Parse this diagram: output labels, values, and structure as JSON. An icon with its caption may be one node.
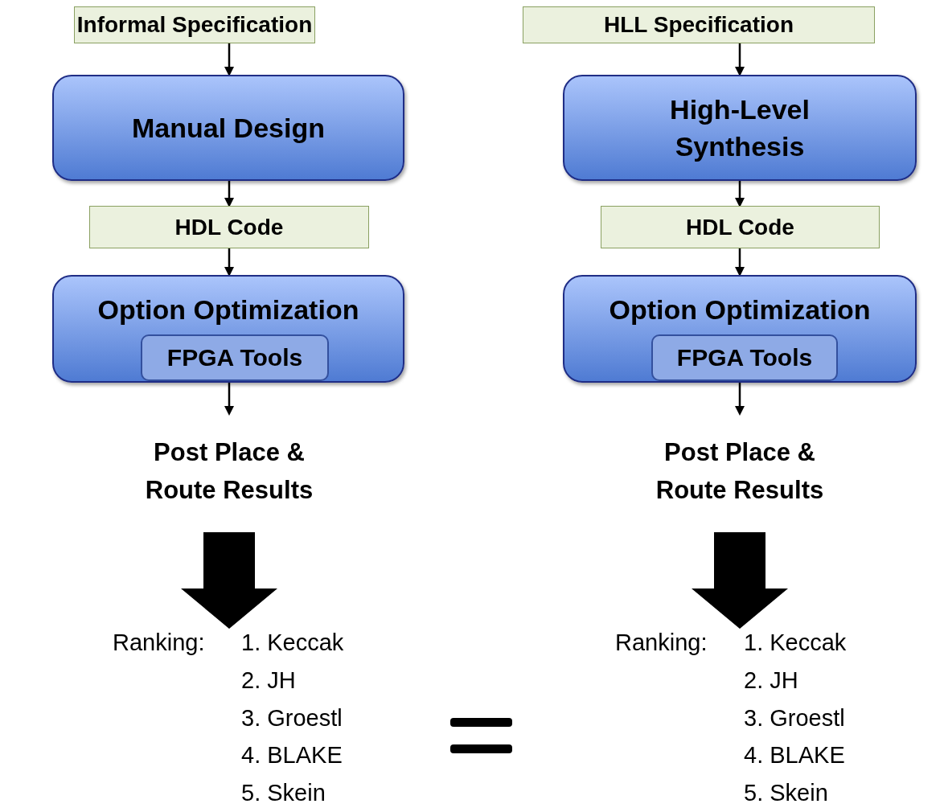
{
  "diagram": {
    "nodes": [
      {
        "text": [
          "Informal Specification"
        ]
      },
      {
        "text": [
          "Manual Design"
        ]
      },
      {
        "text": [
          "HDL Code"
        ]
      },
      {
        "text": [
          "Option Optimization"
        ]
      },
      {
        "text": [
          "FPGA Tools"
        ],
        "in": 3
      },
      {
        "text": [
          "Post Place & Route Results"
        ]
      },
      {
        "text": [
          "Ranking:",
          "1. Keccak",
          "2. JH",
          "3. Groestl",
          "4. BLAKE",
          "5. Skein"
        ]
      },
      {
        "text": [
          "HLL Specification"
        ]
      },
      {
        "text": [
          "High-Level Synthesis"
        ]
      },
      {
        "text": [
          "HDL Code"
        ]
      },
      {
        "text": [
          "Option Optimization"
        ]
      },
      {
        "text": [
          "FPGA Tools"
        ],
        "in": 10
      },
      {
        "text": [
          "Post Place & Route Results"
        ]
      },
      {
        "text": [
          "Ranking:",
          "1. Keccak",
          "2. JH",
          "3. Groestl",
          "4. BLAKE",
          "5. Skein"
        ]
      }
    ],
    "edges": [
      {
        "from": 0,
        "to": 1,
        "arrow": "to"
      },
      {
        "from": 1,
        "to": 2,
        "arrow": "to"
      },
      {
        "from": 2,
        "to": 3,
        "arrow": "to"
      },
      {
        "from": 3,
        "to": 5,
        "arrow": "to"
      },
      {
        "from": 5,
        "to": 6,
        "arrow": "to",
        "style": "thick"
      },
      {
        "from": 7,
        "to": 8,
        "arrow": "to"
      },
      {
        "from": 8,
        "to": 9,
        "arrow": "to"
      },
      {
        "from": 9,
        "to": 10,
        "arrow": "to"
      },
      {
        "from": 10,
        "to": 12,
        "arrow": "to"
      },
      {
        "from": 12,
        "to": 13,
        "arrow": "to",
        "style": "thick"
      }
    ]
  }
}
